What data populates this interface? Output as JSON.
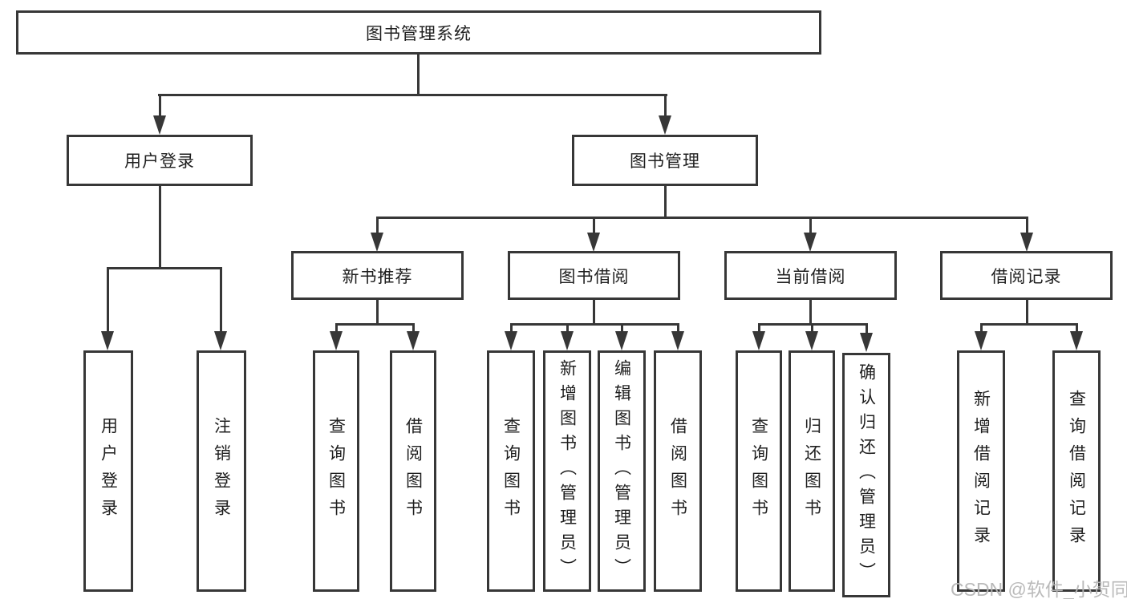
{
  "title": "图书管理系统",
  "tree": {
    "root": {
      "label": "图书管理系统"
    },
    "login": {
      "label": "用户登录",
      "leaves": [
        {
          "label": "用户登录"
        },
        {
          "label": "注销登录"
        }
      ]
    },
    "manage": {
      "label": "图书管理"
    },
    "branches": [
      {
        "label": "新书推荐",
        "leaves": [
          {
            "label": "查询图书"
          },
          {
            "label": "借阅图书"
          }
        ]
      },
      {
        "label": "图书借阅",
        "leaves": [
          {
            "label": "查询图书"
          },
          {
            "label": "新增图书（管理员）"
          },
          {
            "label": "编辑图书（管理员）"
          },
          {
            "label": "借阅图书"
          }
        ]
      },
      {
        "label": "当前借阅",
        "leaves": [
          {
            "label": "查询图书"
          },
          {
            "label": "归还图书"
          },
          {
            "label": "确认归还（管理员）"
          }
        ]
      },
      {
        "label": "借阅记录",
        "leaves": [
          {
            "label": "新增借阅记录"
          },
          {
            "label": "查询借阅记录"
          }
        ]
      }
    ]
  },
  "watermark": "CSDN @软件_小贺同学",
  "colors": {
    "line": "#373737",
    "text": "#1f1f1f",
    "watermark": "#b7b7b7",
    "background": "#ffffff"
  }
}
